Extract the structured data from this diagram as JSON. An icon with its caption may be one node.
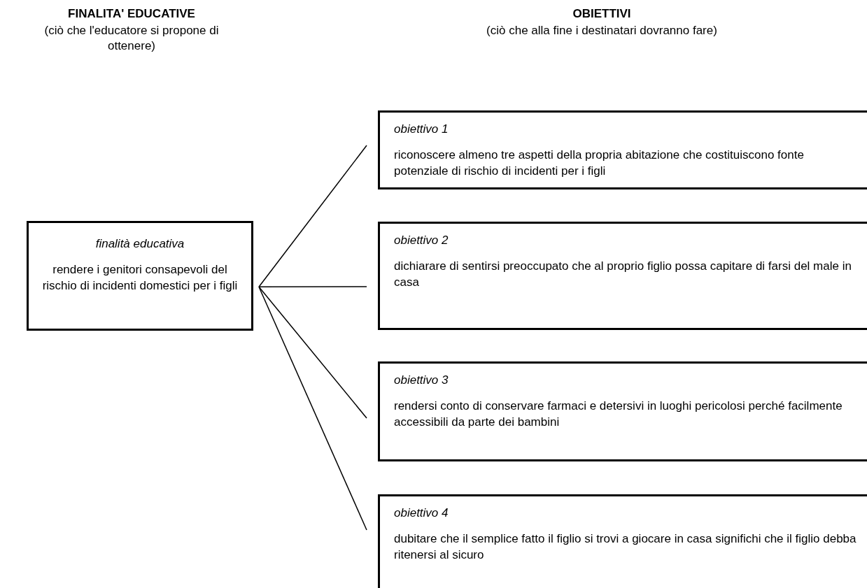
{
  "diagram": {
    "nodes": [
      {
        "text": [
          "finalità educativa",
          "rendere i genitori consapevoli del rischio di incidenti domestici per i figli"
        ]
      },
      {
        "text": [
          "obiettivo 1",
          "riconoscere almeno tre aspetti della propria abitazione che costituiscono fonte potenziale di rischio di incidenti per i figli"
        ]
      },
      {
        "text": [
          "obiettivo 2",
          "dichiarare di sentirsi preoccupato che al proprio figlio possa capitare di farsi del male in casa"
        ]
      },
      {
        "text": [
          "obiettivo 3",
          "rendersi conto di conservare farmaci e detersivi in luoghi pericolosi perché facilmente accessibili da parte dei bambini"
        ]
      },
      {
        "text": [
          "obiettivo 4",
          "dubitare che il semplice fatto il figlio si trovi a giocare in casa significhi che il figlio debba ritenersi al sicuro"
        ]
      }
    ],
    "edges": [
      {
        "from": 0,
        "to": 1,
        "arrow": "none"
      },
      {
        "from": 0,
        "to": 2,
        "arrow": "none"
      },
      {
        "from": 0,
        "to": 3,
        "arrow": "none"
      },
      {
        "from": 0,
        "to": 4,
        "arrow": "none"
      }
    ],
    "labels": [
      "FINALITA' EDUCATIVE",
      "(ciò che l'educatore si propone di ottenere)",
      "OBIETTIVI",
      "(ciò che alla fine i destinatari dovranno fare)"
    ]
  }
}
